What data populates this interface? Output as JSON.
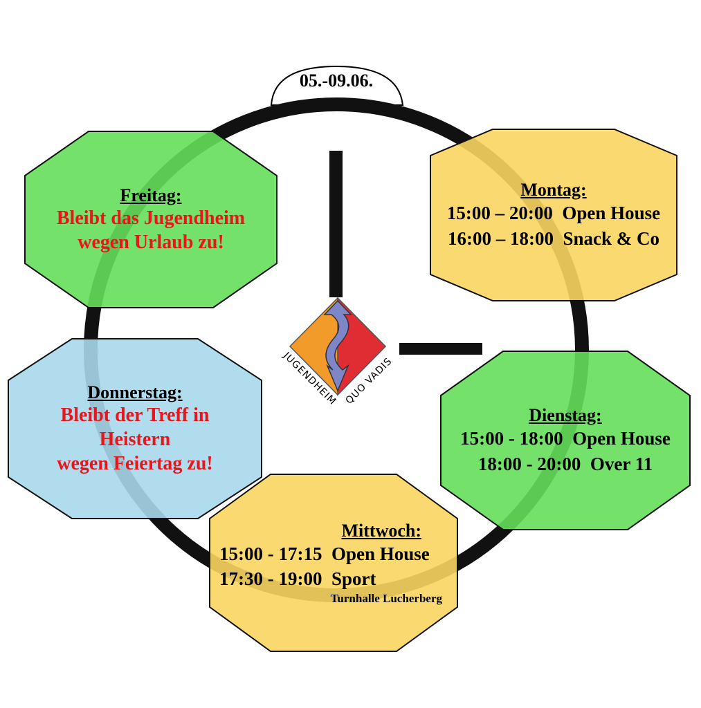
{
  "date_range": "05.-09.06.",
  "colors": {
    "green": "#64de5a",
    "yellow": "#f9d661",
    "blue": "#a9d8ec",
    "red_text": "#e8161b",
    "logo_orange": "#f39b2a",
    "logo_red": "#e02d33",
    "logo_blue": "#7e86c7"
  },
  "logo": {
    "text_left": "JUGENDHEIM",
    "text_right": "QUO VADIS"
  },
  "days": {
    "friday": {
      "title": "Freitag:",
      "line1": "Bleibt das Jugendheim",
      "line2": "wegen Urlaub zu!"
    },
    "monday": {
      "title": "Montag:",
      "line1": "15:00 – 20:00  Open House",
      "line2": "16:00 – 18:00  Snack & Co"
    },
    "thursday": {
      "title": "Donnerstag:",
      "line1": "Bleibt der Treff in",
      "line2": "Heistern",
      "line3": "wegen Feiertag zu!"
    },
    "tuesday": {
      "title": "Dienstag:",
      "line1": "15:00 - 18:00  Open House",
      "line2": "18:00 - 20:00  Over 11"
    },
    "wednesday": {
      "title": "Mittwoch:",
      "line1": "15:00 - 17:15  Open House",
      "line2": "17:30 - 19:00  Sport",
      "note": "Turnhalle Lucherberg"
    }
  }
}
